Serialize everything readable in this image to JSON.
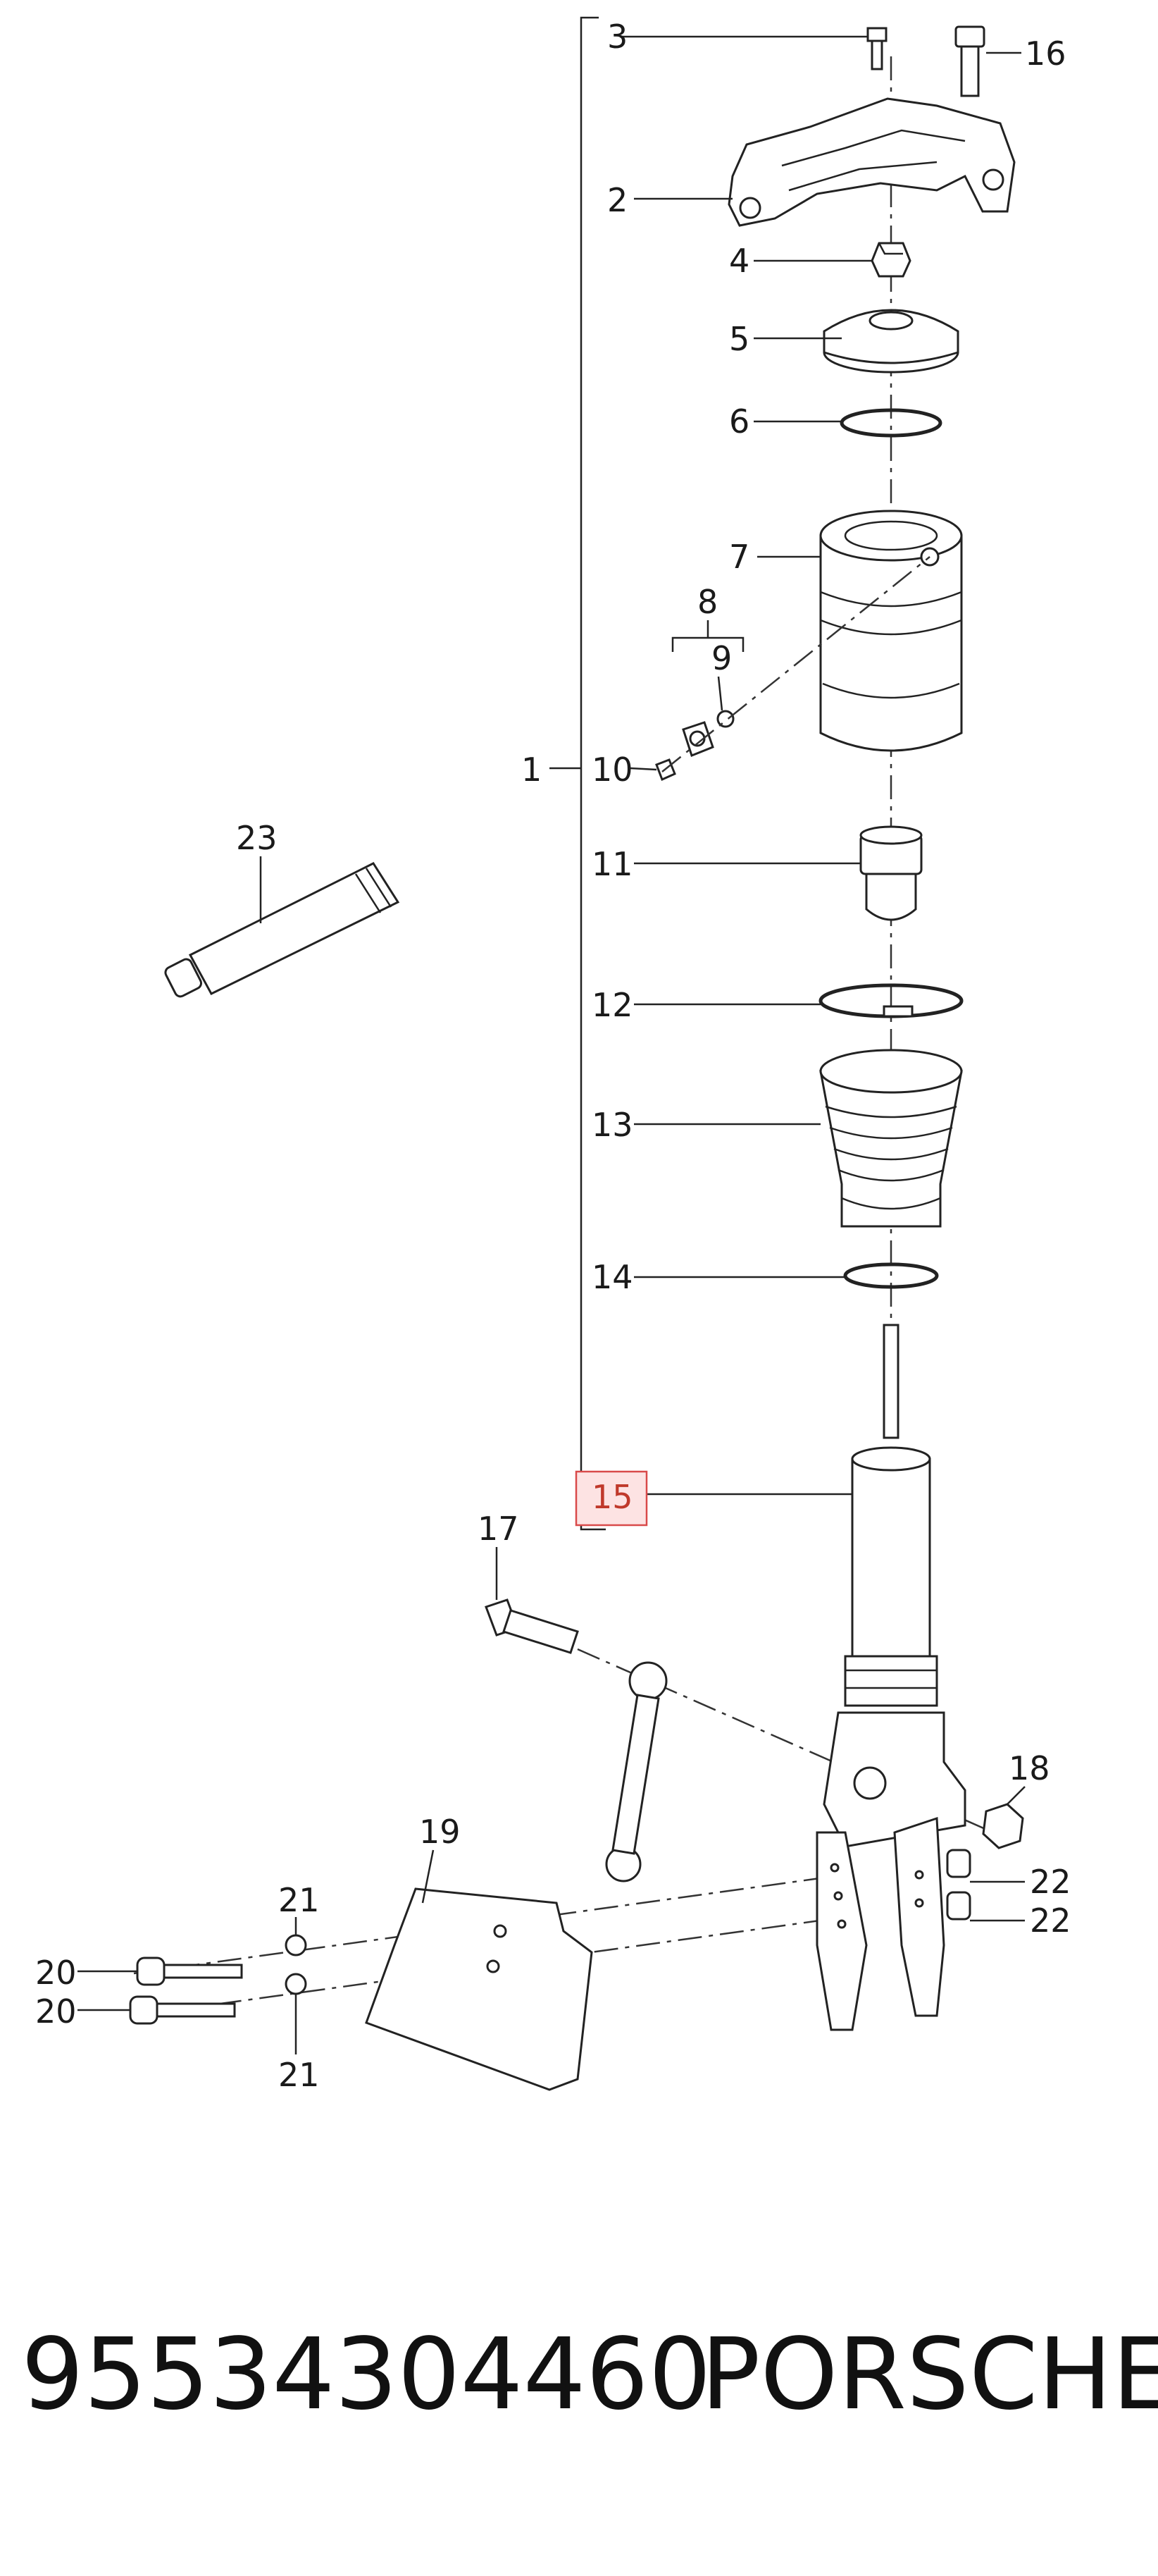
{
  "callouts": [
    "1",
    "2",
    "3",
    "4",
    "5",
    "6",
    "7",
    "8",
    "9",
    "10",
    "11",
    "12",
    "13",
    "14",
    "15",
    "16",
    "17",
    "18",
    "19",
    "20",
    "20",
    "21",
    "21",
    "22",
    "22",
    "23"
  ],
  "highlighted_callout": "15",
  "highlight_color": "#d94a4a",
  "footer": {
    "part_number": "95534304460",
    "brand": "PORSCHE"
  }
}
